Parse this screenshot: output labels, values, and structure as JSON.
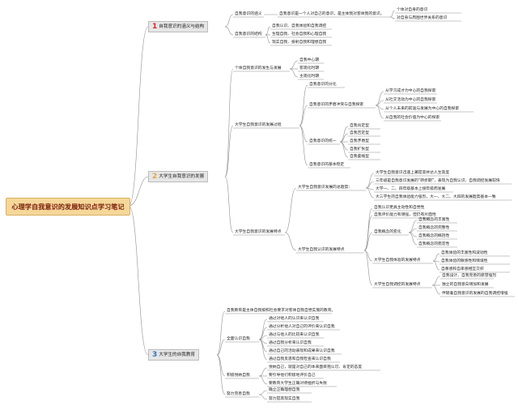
{
  "title": "心理学自我意识的发展知识点学习笔记",
  "sections": [
    {
      "number": "1",
      "label": "自我意识的涵义与结构",
      "color": "#d9262c"
    },
    {
      "number": "2",
      "label": "大学生自我意识的发展",
      "color": "#e7a640"
    },
    {
      "number": "3",
      "label": "大学生的自我教育",
      "color": "#2d72c8"
    }
  ],
  "s1": {
    "meaning": "自我意识的涵义",
    "meaning_text": "自我意识是一个人对自己的意识，是主体我对客体我的意识。",
    "meaning_sub": [
      "个体对自身的意识",
      "对自身与周围世界关系的意识"
    ],
    "structure": "自我意识的结构",
    "structure_items": [
      "自我认识、自我体验和自我调控",
      "生理自我、社会自我和心理自我",
      "现实自我、投射自我和理想自我"
    ]
  },
  "s2": {
    "stages_title": "个体自我意识的发生与发展",
    "stages": [
      "自我中心期",
      "客观化时期",
      "主观化时期"
    ],
    "process_title": "大学生自我意识的发展过程",
    "divide": "自我意识的分化",
    "conflict": "自我意识的矛盾冲突与自我探索",
    "conflict_items": [
      "从学习成才为中心的自我探索",
      "从社交活动为中心的自我探索",
      "从个人未来的前途与发展为中心的自我探索",
      "从自我的社会价值为中心的探索"
    ],
    "unify": "自我意识的统一",
    "unify_items": [
      "自我肯定型",
      "自我否定型",
      "自我矛盾型",
      "自我扩张型",
      "自我萎缩型"
    ],
    "stable": "自我意识的基本稳定",
    "features_title": "大学生自我意识的发展特点",
    "overall": "大学生自我意识发展的总趋势：",
    "overall_items": [
      "大学生自我意识迅速上著提高并达人生高度",
      "三年级是自我意识发展的“转折期”，表现为自我认识、自我调控发展较快",
      "大学一、二、四年级基本上接年级而发展",
      "大三学生的自我体验能力强烈，大一、大二、大四的发展趋势基本一致"
    ],
    "cognition_title": "大学生自我认识的发展特点",
    "cog_a": "自我认识更具主动性和自觉性",
    "cog_b": "自我评价能力有增强，但仍有片面性",
    "concept": "自我概念的变化",
    "concept_items": [
      "自我概念的丰富性",
      "自我概念的完整性",
      "自我概念的概括性",
      "自我概念的稳定性"
    ],
    "exper": "大学生自我体验的发展特点",
    "exper_items": [
      "自我体验的丰富性和波动性",
      "自我体验的敏感性和情境性",
      "自尊感和自卑感相互交织"
    ],
    "control": "大学生自我调控的发展特点",
    "control_items": [
      "自我设计、自我完善的愿望强烈",
      "独立的自我意向增加和发展",
      "伴随着自我意识的发展的自我调控增强"
    ]
  },
  "s3": {
    "intro": "自我教育是主体自我按照社会要求对客体自我自觉实施的教育。",
    "know_title": "全面认识自我",
    "know_items": [
      "通过对他人的认识来认识自我",
      "通过分析他人对自己的评价来认识自我",
      "通过与他人的比较来认识自我",
      "通过自我分析来认识自我",
      "通过自己的活动表现和成果来认识自我",
      "通过自我反思和自我检查来认识自我"
    ],
    "accept_title": "积极悦纳自我",
    "accept_items": [
      "悦纳自己，就是对自己的本来面目抱认可、肯定的态度",
      "要引导他们积极地评价自己",
      "要教育大学生正确对待挫折与失败"
    ],
    "effort_title": "努力完善自我",
    "effort_items": [
      "确立正确理想自我",
      "努力提高现实自我"
    ]
  }
}
